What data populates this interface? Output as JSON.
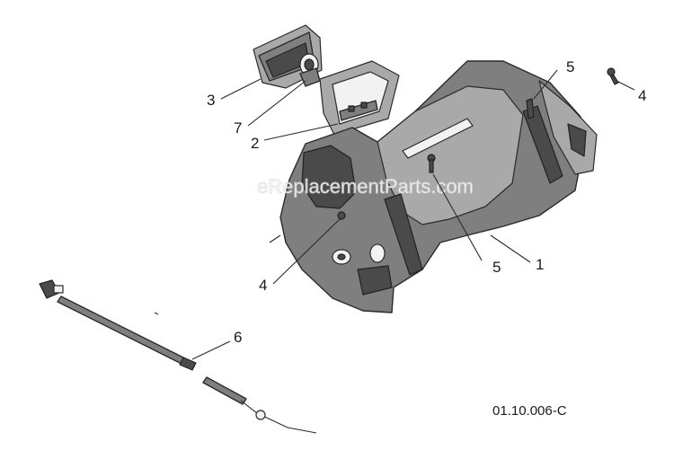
{
  "watermark": "eReplacementParts.com",
  "drawing_code": "01.10.006-C",
  "callouts": {
    "c1": "1",
    "c2": "2",
    "c3": "3",
    "c4a": "4",
    "c4b": "4",
    "c5a": "5",
    "c5b": "5",
    "c6": "6",
    "c7": "7"
  }
}
